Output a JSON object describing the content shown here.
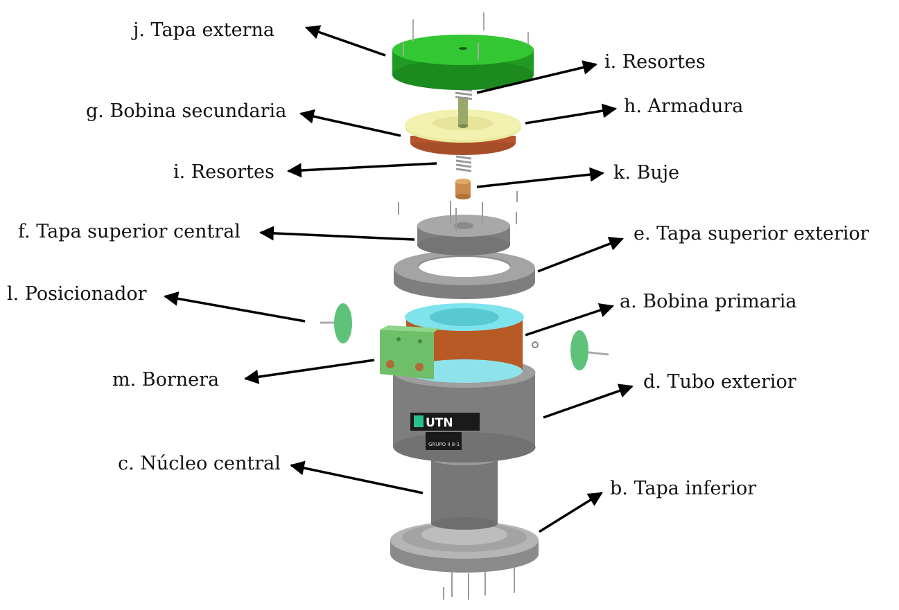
{
  "labels": {
    "tapa_externa": "j. Tapa externa",
    "resortes_top": "i. Resortes",
    "armadura": "h. Armadura",
    "bobina_secundaria": "g. Bobina secundaria",
    "resortes_bottom": "i. Resortes",
    "buje": "k. Buje",
    "tapa_superior_central": "f. Tapa superior central",
    "tapa_superior_exterior": "e. Tapa superior exterior",
    "posicionador": "l. Posicionador",
    "bobina_primaria": "a. Bobina primaria",
    "bornera": "m. Bornera",
    "tubo_exterior": "d. Tubo exterior",
    "nucleo_central": "c. Núcleo central",
    "tapa_inferior": "b. Tapa inferior"
  },
  "logo": {
    "text": "UTN",
    "sub": "GRUPO II 8-1"
  },
  "colors": {
    "green": "#2fb52f",
    "green_dark": "#1f8a22",
    "cream": "#f3f1b0",
    "copper": "#b5532c",
    "cyan": "#7fe3ec",
    "gray": "#8d8d8d",
    "gray_dark": "#6a6a6a",
    "gray_light": "#b2b2b2",
    "mint": "#5ec27a",
    "arrow": "#000000"
  }
}
